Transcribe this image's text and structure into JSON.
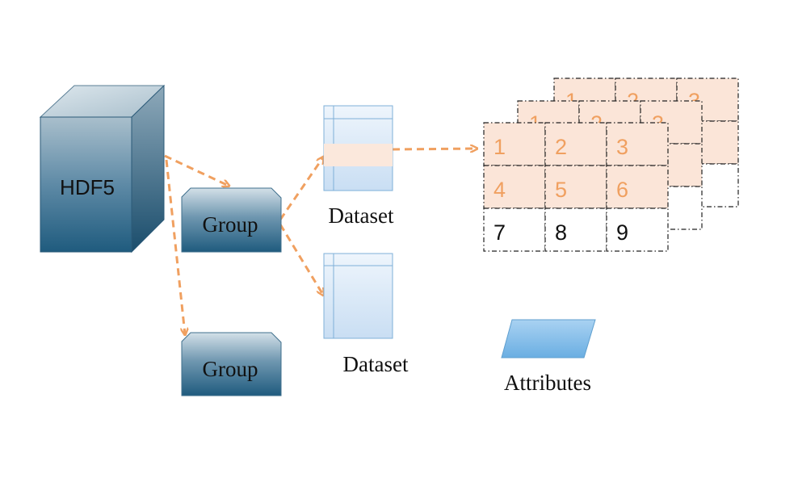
{
  "colors": {
    "arrow": "#f0a060",
    "grid_fill": "#fbe5d8",
    "grid_text": "#f0a060",
    "cube_dark": "#1f5b7e",
    "cube_light": "#b8cbd6",
    "dataset_fill": "#dbeaf8",
    "dataset_stroke": "#7fb0d8",
    "dataset_highlight": "#fbe8dc",
    "attribute_fill": "#8ec3ec"
  },
  "root": {
    "label": "HDF5"
  },
  "groups": [
    {
      "label": "Group"
    },
    {
      "label": "Group"
    }
  ],
  "datasets": [
    {
      "label": "Dataset"
    },
    {
      "label": "Dataset"
    }
  ],
  "attributes": {
    "label": "Attributes"
  },
  "grid": {
    "back_layers_visible_top_row": [
      "1",
      "2",
      "3"
    ],
    "cells": [
      "1",
      "2",
      "3",
      "4",
      "5",
      "6",
      "7",
      "8",
      "9"
    ],
    "highlighted_rows": 2
  }
}
